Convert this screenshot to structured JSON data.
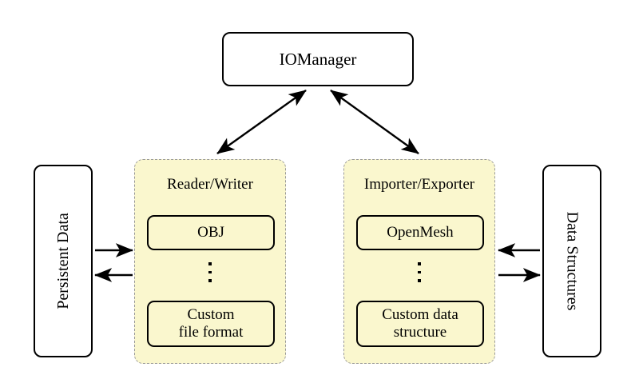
{
  "diagram": {
    "title_node": {
      "label": "IOManager"
    },
    "left_endpoint": {
      "label": "Persistent Data"
    },
    "right_endpoint": {
      "label": "Data Structures"
    },
    "groups": [
      {
        "name": "reader-writer",
        "title": "Reader/Writer",
        "items": [
          {
            "label": "OBJ"
          },
          {
            "label": "Custom\nfile format",
            "line1": "Custom",
            "line2": "file format"
          }
        ],
        "ellipsis": "⋮"
      },
      {
        "name": "importer-exporter",
        "title": "Importer/Exporter",
        "items": [
          {
            "label": "OpenMesh"
          },
          {
            "label": "Custom data\nstructure",
            "line1": "Custom data",
            "line2": "structure"
          }
        ],
        "ellipsis": "⋮"
      }
    ],
    "connections": [
      {
        "name": "manager-to-reader-writer",
        "kind": "double-arrow"
      },
      {
        "name": "manager-to-importer-exporter",
        "kind": "double-arrow"
      },
      {
        "name": "persistent-data-to-reader-writer",
        "kind": "arrow-right"
      },
      {
        "name": "reader-writer-to-persistent-data",
        "kind": "arrow-left"
      },
      {
        "name": "importer-exporter-to-data-structures",
        "kind": "arrow-left"
      },
      {
        "name": "data-structures-to-importer-exporter",
        "kind": "arrow-right"
      }
    ],
    "colors": {
      "group_fill": "#FAF7CE",
      "group_border": "#9A9A9A",
      "node_border": "#000000",
      "node_fill": "#FFFFFF",
      "stroke": "#000000",
      "background": "#FFFFFF"
    }
  }
}
